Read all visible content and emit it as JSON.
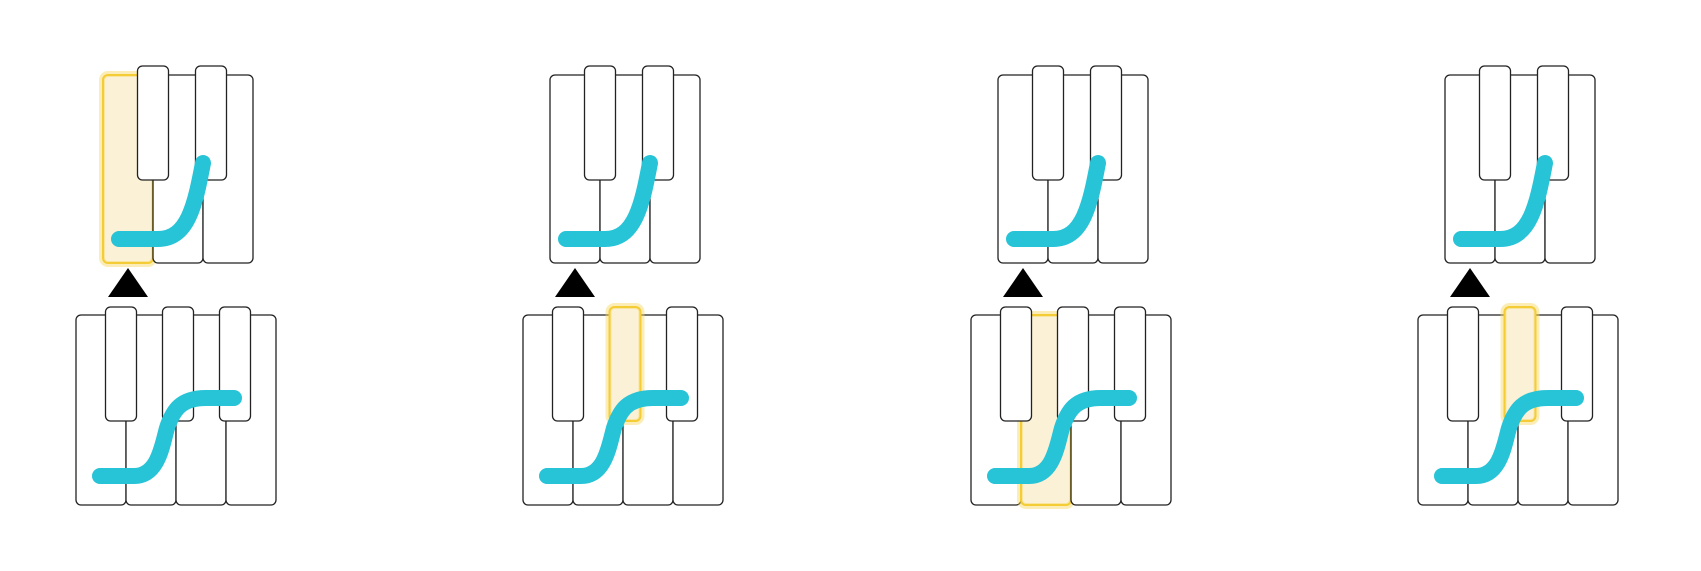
{
  "colors": {
    "curve": "#27c3d6",
    "highlight_fill": "#fbf1d6",
    "highlight_stroke": "#f2c318",
    "arrow": "#000000"
  },
  "panels": [
    {
      "top_highlight": 0,
      "bottom_highlight": null
    },
    {
      "top_highlight": null,
      "bottom_highlight": "black-1"
    },
    {
      "top_highlight": null,
      "bottom_highlight": 1
    },
    {
      "top_highlight": null,
      "bottom_highlight": "black-1"
    }
  ]
}
